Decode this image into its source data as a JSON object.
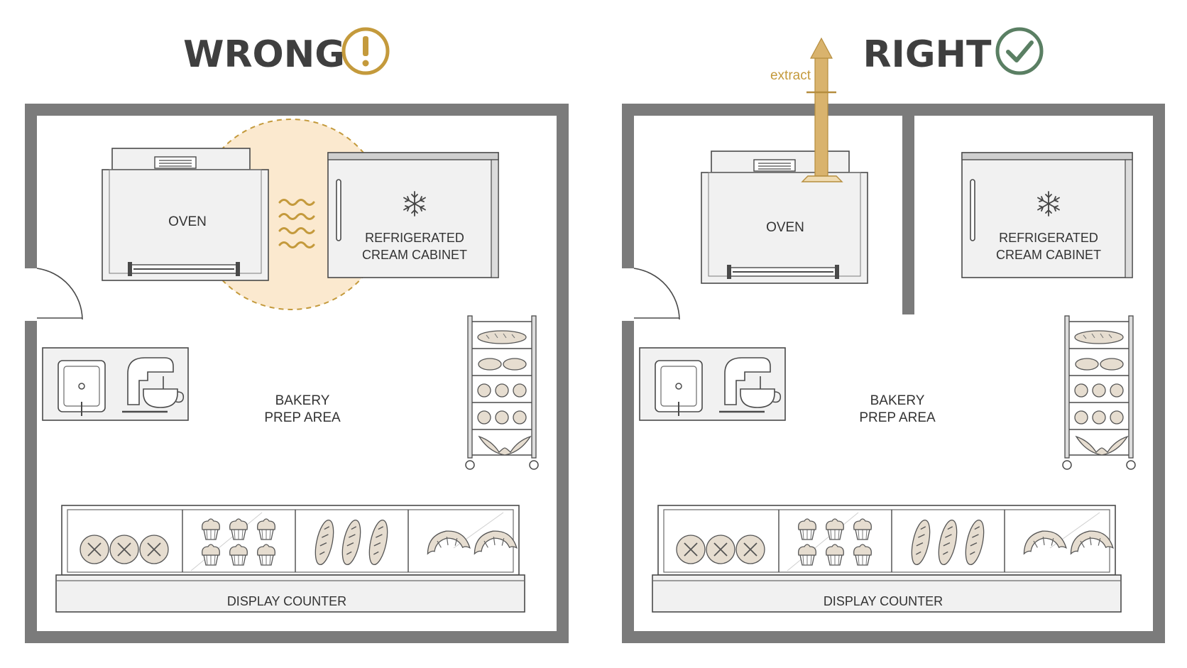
{
  "colors": {
    "wrong_accent": "#c49a3c",
    "right_accent": "#5a7f63",
    "wall": "#7b7b7b",
    "heat_zone": "#fbe9cf"
  },
  "wrong": {
    "heading": "WRONG",
    "status_icon": "exclamation-circle-icon",
    "oven_label": "OVEN",
    "cabinet_label_line1": "REFRIGERATED",
    "cabinet_label_line2": "CREAM CABINET",
    "area_label_line1": "BAKERY",
    "area_label_line2": "PREP AREA",
    "counter_label": "DISPLAY COUNTER"
  },
  "right": {
    "heading": "RIGHT",
    "status_icon": "check-circle-icon",
    "extract_label": "extract",
    "oven_label": "OVEN",
    "cabinet_label_line1": "REFRIGERATED",
    "cabinet_label_line2": "CREAM CABINET",
    "area_label_line1": "BAKERY",
    "area_label_line2": "PREP AREA",
    "counter_label": "DISPLAY COUNTER"
  }
}
